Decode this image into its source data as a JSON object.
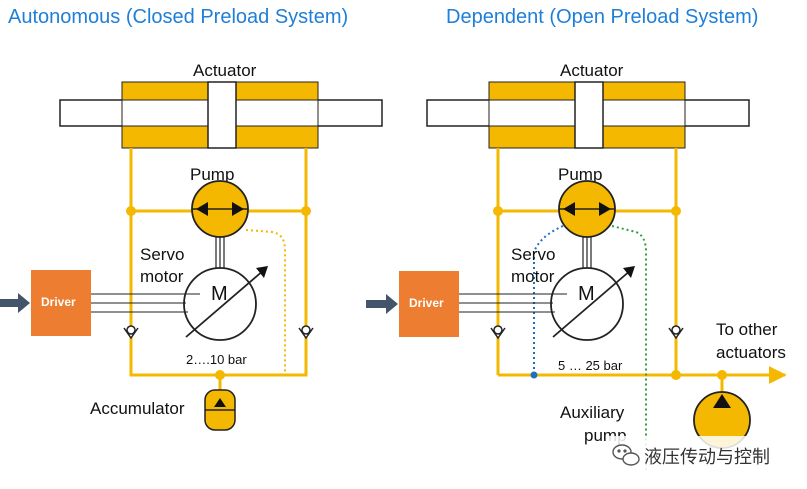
{
  "left": {
    "title": "Autonomous (Closed Preload System)",
    "actuator_label": "Actuator",
    "pump_label": "Pump",
    "servo_label_1": "Servo",
    "servo_label_2": "motor",
    "motor_symbol": "M",
    "driver_label": "Driver",
    "pressure_label": "2….10 bar",
    "accumulator_label": "Accumulator"
  },
  "right": {
    "title": "Dependent (Open Preload System)",
    "actuator_label": "Actuator",
    "pump_label": "Pump",
    "servo_label_1": "Servo",
    "servo_label_2": "motor",
    "motor_symbol": "M",
    "driver_label": "Driver",
    "pressure_label": "5 … 25 bar",
    "other_label_1": "To other",
    "other_label_2": "actuators",
    "aux_label_1": "Auxiliary",
    "aux_label_2": "pump"
  },
  "watermark": {
    "text": "液压传动与控制",
    "icon": "wechat-icon"
  },
  "colors": {
    "yellow": "#f5b800",
    "driver": "#ed7d31",
    "arrow": "#44546a",
    "title_blue": "#1f7fd8",
    "dotted_yellow": "#f5b800",
    "dotted_blue": "#1f6fbf",
    "dotted_green": "#2e9e3e"
  }
}
